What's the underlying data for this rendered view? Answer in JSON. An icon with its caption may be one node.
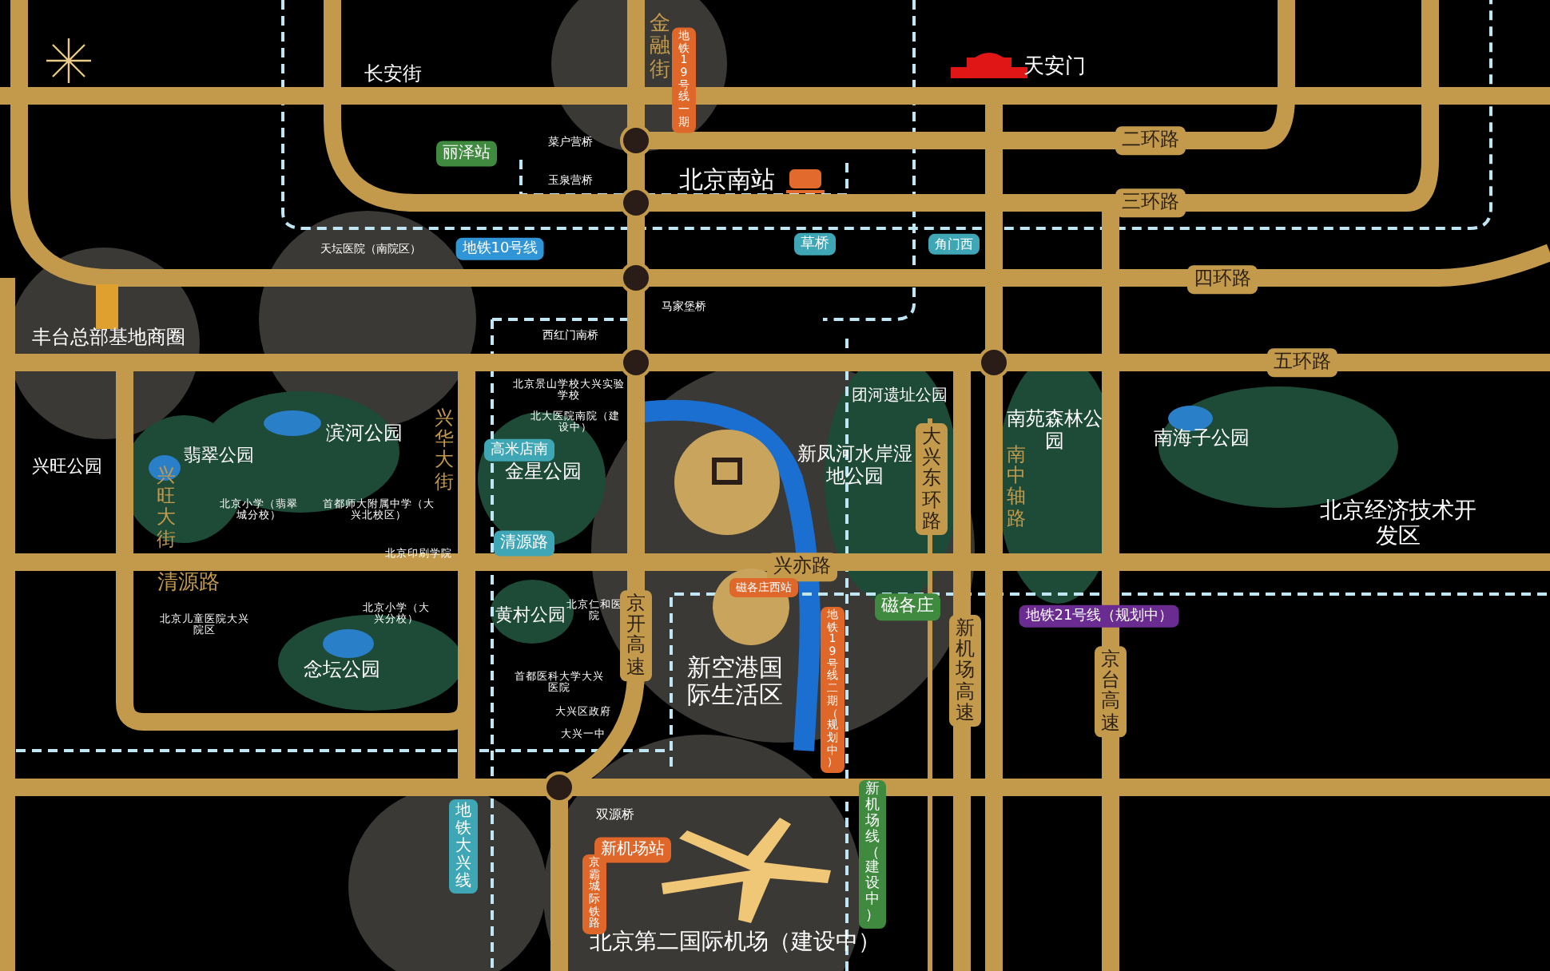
{
  "diagram": {
    "labels": [
      "长安街",
      "金融街",
      "地铁19号线一期",
      "天安门",
      "二环路",
      "三环路",
      "四环路",
      "五环路",
      "菜户营桥",
      "玉泉营桥",
      "丽泽站",
      "北京南站",
      "草桥",
      "角门西",
      "地铁10号线",
      "天坛医院（南院区）",
      "丰台总部基地商圈",
      "马家堡桥",
      "西红门南桥",
      "团河遗址公园",
      "兴旺公园",
      "翡翠公园",
      "滨河公园",
      "兴旺大街",
      "兴华大街",
      "北京景山学校大兴实验学校",
      "北大医院南院（建设中）",
      "高米店南",
      "金星公园",
      "北京小学（翡翠城分校）",
      "首都师大附属中学（大兴北校区）",
      "北京印刷学院",
      "清源路",
      "清源路",
      "北京儿童医院大兴院区",
      "北京小学（大兴分校）",
      "黄村公园",
      "北京仁和医院",
      "念坛公园",
      "首都医科大学大兴医院",
      "大兴区政府",
      "大兴一中",
      "京开高速",
      "新凤河水岸湿地公园",
      "大兴东环路",
      "南苑森林公园",
      "南中轴路",
      "南海子公园",
      "北京经济技术开发区",
      "兴亦路",
      "磁各庄西站",
      "磁各庄",
      "地铁21号线（规划中）",
      "新空港国际生活区",
      "新机场高速",
      "京台高速",
      "地铁19号线二期（规划中）",
      "新机场线（建设中）",
      "地铁大兴线",
      "双源桥",
      "新机场站",
      "北京第二国际机场（建设中）",
      "京霸城际铁路"
    ]
  }
}
